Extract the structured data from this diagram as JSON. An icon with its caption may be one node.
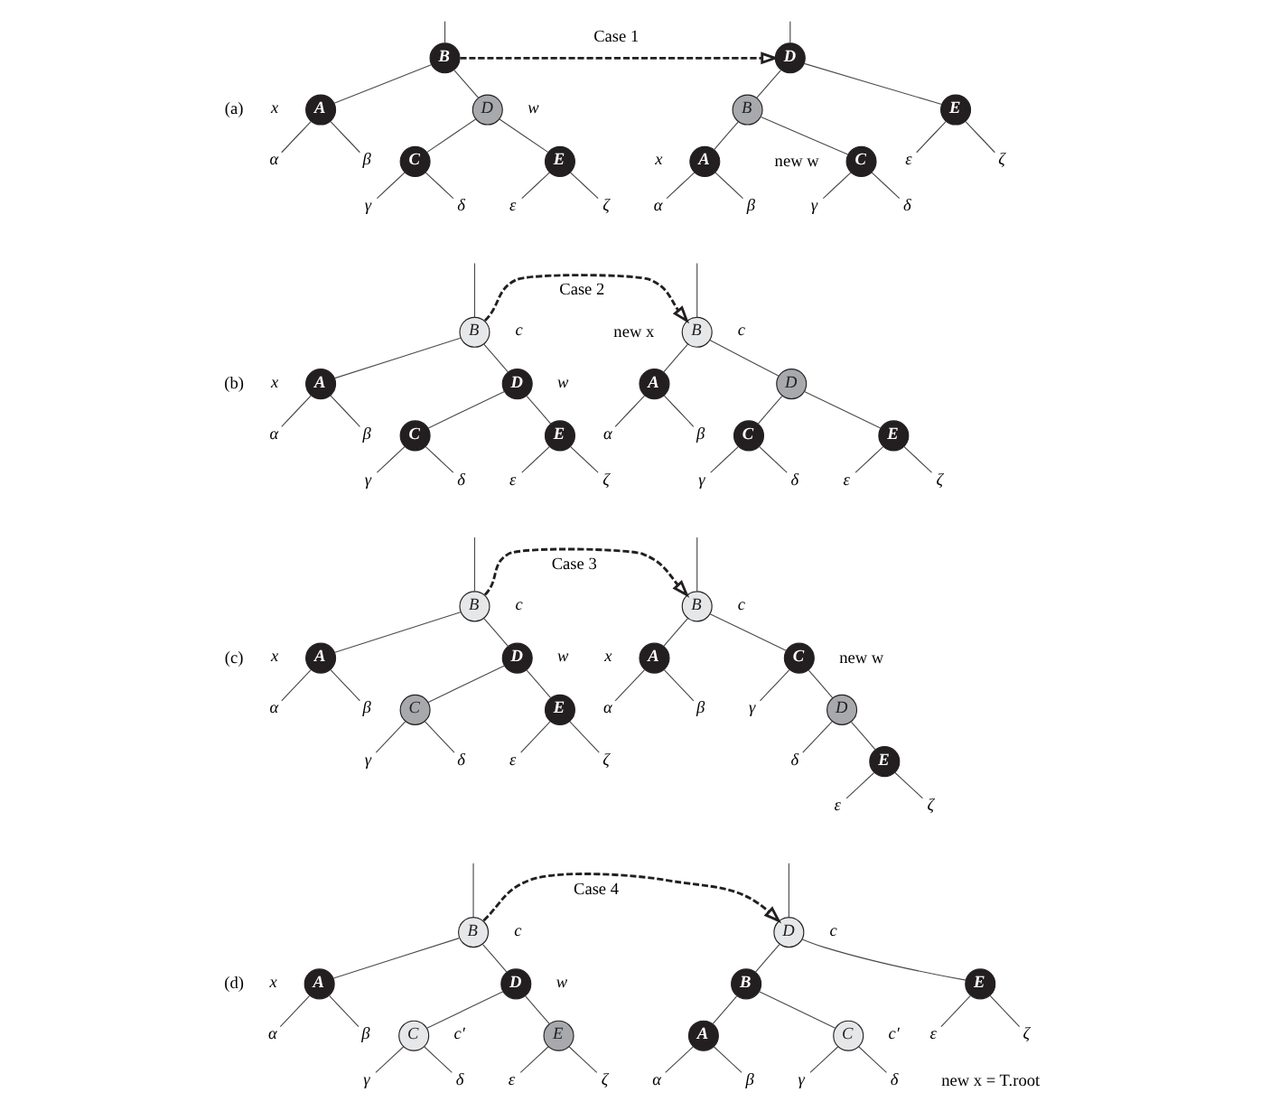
{
  "diagram": {
    "nodes": [
      {
        "text": [
          "B"
        ]
      },
      {
        "text": [
          "A"
        ],
        "beside": [
          "x"
        ]
      },
      {
        "text": [
          "D"
        ],
        "beside": [
          "w"
        ]
      },
      {
        "text": [
          "α"
        ]
      },
      {
        "text": [
          "β"
        ]
      },
      {
        "text": [
          "C"
        ]
      },
      {
        "text": [
          "E"
        ]
      },
      {
        "text": [
          "γ"
        ]
      },
      {
        "text": [
          "δ"
        ]
      },
      {
        "text": [
          "ε"
        ]
      },
      {
        "text": [
          "ζ"
        ]
      },
      {
        "text": [
          "D"
        ]
      },
      {
        "text": [
          "B"
        ]
      },
      {
        "text": [
          "E"
        ]
      },
      {
        "text": [
          "A"
        ],
        "beside": [
          "x"
        ]
      },
      {
        "text": [
          "C"
        ],
        "beside": [
          "new w"
        ]
      },
      {
        "text": [
          "ε"
        ]
      },
      {
        "text": [
          "ζ"
        ]
      },
      {
        "text": [
          "α"
        ]
      },
      {
        "text": [
          "β"
        ]
      },
      {
        "text": [
          "γ"
        ]
      },
      {
        "text": [
          "δ"
        ]
      },
      {
        "text": [
          "B"
        ],
        "beside": [
          "c"
        ]
      },
      {
        "text": [
          "A"
        ],
        "beside": [
          "x"
        ]
      },
      {
        "text": [
          "D"
        ],
        "beside": [
          "w"
        ]
      },
      {
        "text": [
          "α"
        ]
      },
      {
        "text": [
          "β"
        ]
      },
      {
        "text": [
          "C"
        ]
      },
      {
        "text": [
          "E"
        ]
      },
      {
        "text": [
          "γ"
        ]
      },
      {
        "text": [
          "δ"
        ]
      },
      {
        "text": [
          "ε"
        ]
      },
      {
        "text": [
          "ζ"
        ]
      },
      {
        "text": [
          "B"
        ],
        "beside": [
          "new x",
          "c"
        ]
      },
      {
        "text": [
          "A"
        ]
      },
      {
        "text": [
          "D"
        ]
      },
      {
        "text": [
          "α"
        ]
      },
      {
        "text": [
          "β"
        ]
      },
      {
        "text": [
          "C"
        ]
      },
      {
        "text": [
          "E"
        ]
      },
      {
        "text": [
          "γ"
        ]
      },
      {
        "text": [
          "δ"
        ]
      },
      {
        "text": [
          "ε"
        ]
      },
      {
        "text": [
          "ζ"
        ]
      },
      {
        "text": [
          "B"
        ],
        "beside": [
          "c"
        ]
      },
      {
        "text": [
          "A"
        ],
        "beside": [
          "x"
        ]
      },
      {
        "text": [
          "D"
        ],
        "beside": [
          "w"
        ]
      },
      {
        "text": [
          "α"
        ]
      },
      {
        "text": [
          "β"
        ]
      },
      {
        "text": [
          "C"
        ]
      },
      {
        "text": [
          "E"
        ]
      },
      {
        "text": [
          "γ"
        ]
      },
      {
        "text": [
          "δ"
        ]
      },
      {
        "text": [
          "ε"
        ]
      },
      {
        "text": [
          "ζ"
        ]
      },
      {
        "text": [
          "B"
        ],
        "beside": [
          "c"
        ]
      },
      {
        "text": [
          "A"
        ],
        "beside": [
          "x"
        ]
      },
      {
        "text": [
          "C"
        ],
        "beside": [
          "new w"
        ]
      },
      {
        "text": [
          "α"
        ]
      },
      {
        "text": [
          "β"
        ]
      },
      {
        "text": [
          "γ"
        ]
      },
      {
        "text": [
          "D"
        ]
      },
      {
        "text": [
          "δ"
        ]
      },
      {
        "text": [
          "E"
        ]
      },
      {
        "text": [
          "ε"
        ]
      },
      {
        "text": [
          "ζ"
        ]
      },
      {
        "text": [
          "B"
        ],
        "beside": [
          "c"
        ]
      },
      {
        "text": [
          "A"
        ],
        "beside": [
          "x"
        ]
      },
      {
        "text": [
          "D"
        ],
        "beside": [
          "w"
        ]
      },
      {
        "text": [
          "α"
        ]
      },
      {
        "text": [
          "β"
        ]
      },
      {
        "text": [
          "C"
        ],
        "beside": [
          "c′"
        ]
      },
      {
        "text": [
          "E"
        ]
      },
      {
        "text": [
          "γ"
        ]
      },
      {
        "text": [
          "δ"
        ]
      },
      {
        "text": [
          "ε"
        ]
      },
      {
        "text": [
          "ζ"
        ]
      },
      {
        "text": [
          "D"
        ],
        "beside": [
          "c"
        ]
      },
      {
        "text": [
          "B"
        ]
      },
      {
        "text": [
          "E"
        ]
      },
      {
        "text": [
          "A"
        ]
      },
      {
        "text": [
          "C"
        ],
        "beside": [
          "c′"
        ]
      },
      {
        "text": [
          "ε"
        ]
      },
      {
        "text": [
          "ζ"
        ]
      },
      {
        "text": [
          "α"
        ]
      },
      {
        "text": [
          "β"
        ]
      },
      {
        "text": [
          "γ"
        ]
      },
      {
        "text": [
          "δ"
        ]
      }
    ],
    "edges": [
      {
        "from": null,
        "to": 0,
        "arrow": "none"
      },
      {
        "from": 0,
        "to": 1,
        "arrow": "none"
      },
      {
        "from": 0,
        "to": 2,
        "arrow": "none"
      },
      {
        "from": 1,
        "to": 3,
        "arrow": "none"
      },
      {
        "from": 1,
        "to": 4,
        "arrow": "none"
      },
      {
        "from": 2,
        "to": 5,
        "arrow": "none"
      },
      {
        "from": 2,
        "to": 6,
        "arrow": "none"
      },
      {
        "from": 5,
        "to": 7,
        "arrow": "none"
      },
      {
        "from": 5,
        "to": 8,
        "arrow": "none"
      },
      {
        "from": 6,
        "to": 9,
        "arrow": "none"
      },
      {
        "from": 6,
        "to": 10,
        "arrow": "none"
      },
      {
        "from": 0,
        "to": 11,
        "arrow": "to",
        "style": "dashed",
        "label": "Case 1"
      },
      {
        "from": null,
        "to": 11,
        "arrow": "none"
      },
      {
        "from": 11,
        "to": 12,
        "arrow": "none"
      },
      {
        "from": 11,
        "to": 13,
        "arrow": "none"
      },
      {
        "from": 12,
        "to": 14,
        "arrow": "none"
      },
      {
        "from": 12,
        "to": 15,
        "arrow": "none"
      },
      {
        "from": 13,
        "to": 16,
        "arrow": "none"
      },
      {
        "from": 13,
        "to": 17,
        "arrow": "none"
      },
      {
        "from": 14,
        "to": 18,
        "arrow": "none"
      },
      {
        "from": 14,
        "to": 19,
        "arrow": "none"
      },
      {
        "from": 15,
        "to": 20,
        "arrow": "none"
      },
      {
        "from": 15,
        "to": 21,
        "arrow": "none"
      },
      {
        "from": null,
        "to": 22,
        "arrow": "none"
      },
      {
        "from": 22,
        "to": 23,
        "arrow": "none"
      },
      {
        "from": 22,
        "to": 24,
        "arrow": "none"
      },
      {
        "from": 23,
        "to": 25,
        "arrow": "none"
      },
      {
        "from": 23,
        "to": 26,
        "arrow": "none"
      },
      {
        "from": 24,
        "to": 27,
        "arrow": "none"
      },
      {
        "from": 24,
        "to": 28,
        "arrow": "none"
      },
      {
        "from": 27,
        "to": 29,
        "arrow": "none"
      },
      {
        "from": 27,
        "to": 30,
        "arrow": "none"
      },
      {
        "from": 28,
        "to": 31,
        "arrow": "none"
      },
      {
        "from": 28,
        "to": 32,
        "arrow": "none"
      },
      {
        "from": 22,
        "to": 33,
        "arrow": "to",
        "style": "dashed",
        "label": "Case 2"
      },
      {
        "from": null,
        "to": 33,
        "arrow": "none"
      },
      {
        "from": 33,
        "to": 34,
        "arrow": "none"
      },
      {
        "from": 33,
        "to": 35,
        "arrow": "none"
      },
      {
        "from": 34,
        "to": 36,
        "arrow": "none"
      },
      {
        "from": 34,
        "to": 37,
        "arrow": "none"
      },
      {
        "from": 35,
        "to": 38,
        "arrow": "none"
      },
      {
        "from": 35,
        "to": 39,
        "arrow": "none"
      },
      {
        "from": 38,
        "to": 40,
        "arrow": "none"
      },
      {
        "from": 38,
        "to": 41,
        "arrow": "none"
      },
      {
        "from": 39,
        "to": 42,
        "arrow": "none"
      },
      {
        "from": 39,
        "to": 43,
        "arrow": "none"
      },
      {
        "from": null,
        "to": 44,
        "arrow": "none"
      },
      {
        "from": 44,
        "to": 45,
        "arrow": "none"
      },
      {
        "from": 44,
        "to": 46,
        "arrow": "none"
      },
      {
        "from": 45,
        "to": 47,
        "arrow": "none"
      },
      {
        "from": 45,
        "to": 48,
        "arrow": "none"
      },
      {
        "from": 46,
        "to": 49,
        "arrow": "none"
      },
      {
        "from": 46,
        "to": 50,
        "arrow": "none"
      },
      {
        "from": 49,
        "to": 51,
        "arrow": "none"
      },
      {
        "from": 49,
        "to": 52,
        "arrow": "none"
      },
      {
        "from": 50,
        "to": 53,
        "arrow": "none"
      },
      {
        "from": 50,
        "to": 54,
        "arrow": "none"
      },
      {
        "from": 44,
        "to": 55,
        "arrow": "to",
        "style": "dashed",
        "label": "Case 3"
      },
      {
        "from": null,
        "to": 55,
        "arrow": "none"
      },
      {
        "from": 55,
        "to": 56,
        "arrow": "none"
      },
      {
        "from": 55,
        "to": 57,
        "arrow": "none"
      },
      {
        "from": 56,
        "to": 58,
        "arrow": "none"
      },
      {
        "from": 56,
        "to": 59,
        "arrow": "none"
      },
      {
        "from": 57,
        "to": 60,
        "arrow": "none"
      },
      {
        "from": 57,
        "to": 61,
        "arrow": "none"
      },
      {
        "from": 61,
        "to": 62,
        "arrow": "none"
      },
      {
        "from": 61,
        "to": 63,
        "arrow": "none"
      },
      {
        "from": 63,
        "to": 64,
        "arrow": "none"
      },
      {
        "from": 63,
        "to": 65,
        "arrow": "none"
      },
      {
        "from": null,
        "to": 66,
        "arrow": "none"
      },
      {
        "from": 66,
        "to": 67,
        "arrow": "none"
      },
      {
        "from": 66,
        "to": 68,
        "arrow": "none"
      },
      {
        "from": 67,
        "to": 69,
        "arrow": "none"
      },
      {
        "from": 67,
        "to": 70,
        "arrow": "none"
      },
      {
        "from": 68,
        "to": 71,
        "arrow": "none"
      },
      {
        "from": 68,
        "to": 72,
        "arrow": "none"
      },
      {
        "from": 71,
        "to": 73,
        "arrow": "none"
      },
      {
        "from": 71,
        "to": 74,
        "arrow": "none"
      },
      {
        "from": 72,
        "to": 75,
        "arrow": "none"
      },
      {
        "from": 72,
        "to": 76,
        "arrow": "none"
      },
      {
        "from": 66,
        "to": 77,
        "arrow": "to",
        "style": "dashed",
        "label": "Case 4"
      },
      {
        "from": null,
        "to": 77,
        "arrow": "none"
      },
      {
        "from": 77,
        "to": 78,
        "arrow": "none"
      },
      {
        "from": 77,
        "to": 79,
        "arrow": "none"
      },
      {
        "from": 78,
        "to": 80,
        "arrow": "none"
      },
      {
        "from": 78,
        "to": 81,
        "arrow": "none"
      },
      {
        "from": 79,
        "to": 82,
        "arrow": "none"
      },
      {
        "from": 79,
        "to": 83,
        "arrow": "none"
      },
      {
        "from": 80,
        "to": 84,
        "arrow": "none"
      },
      {
        "from": 80,
        "to": 85,
        "arrow": "none"
      },
      {
        "from": 81,
        "to": 86,
        "arrow": "none"
      },
      {
        "from": 81,
        "to": 87,
        "arrow": "none"
      }
    ],
    "labels": [
      "(a)",
      "(b)",
      "(c)",
      "(d)",
      "new x = T.root"
    ]
  }
}
